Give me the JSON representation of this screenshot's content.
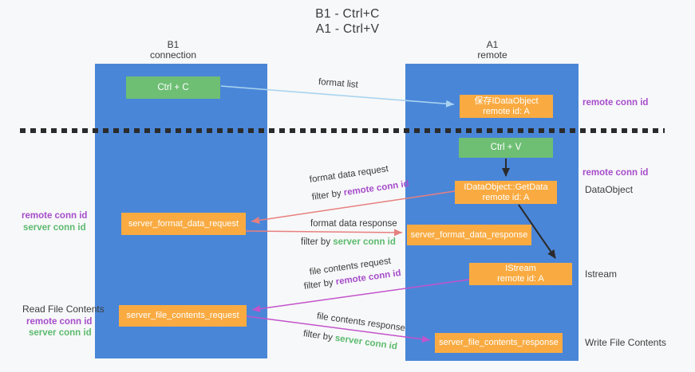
{
  "title": {
    "line1": "B1 - Ctrl+C",
    "line2": "A1 - Ctrl+V"
  },
  "lanes": {
    "left": {
      "name": "B1",
      "role": "connection"
    },
    "right": {
      "name": "A1",
      "role": "remote"
    }
  },
  "nodes": {
    "ctrl_c": {
      "label": "Ctrl + C"
    },
    "ctrl_v": {
      "label": "Ctrl + V"
    },
    "save_idataobject": {
      "line1": "保存IDataObject",
      "line2": "remote id: A"
    },
    "getdata": {
      "line1": "IDataObject::GetData",
      "line2": "remote id: A"
    },
    "istream": {
      "line1": "IStream",
      "line2": "remote id: A"
    },
    "format_request": {
      "label": "server_format_data_request"
    },
    "format_response": {
      "label": "server_format_data_response"
    },
    "file_request": {
      "label": "server_file_contents_request"
    },
    "file_response": {
      "label": "server_file_contents_response"
    }
  },
  "edges": {
    "format_list": {
      "label": "format list"
    },
    "format_data_request": {
      "label": "format data request",
      "filter_prefix": "filter by ",
      "filter_value": "remote conn id"
    },
    "format_data_response": {
      "label": "format data response",
      "filter_prefix": "filter by ",
      "filter_value": "server conn id"
    },
    "file_contents_request": {
      "label": "file contents request",
      "filter_prefix": "filter by ",
      "filter_value": "remote conn id"
    },
    "file_contents_response": {
      "label": "file contents response",
      "filter_prefix": "filter by ",
      "filter_value": "server conn id"
    }
  },
  "annotations": {
    "right_top_conn_id": "remote conn id",
    "right_mid_conn_id": "remote conn id",
    "dataobject": "DataObject",
    "istream": "Istream",
    "write_file_contents": "Write File Contents",
    "left_mid_remote": "remote conn id",
    "left_mid_server": "server conn id",
    "read_file_contents": "Read File Contents",
    "left_bottom_remote": "remote conn id",
    "left_bottom_server": "server conn id"
  },
  "colors": {
    "lane": "#4a86d8",
    "node_orange": "#f9ab42",
    "node_green": "#6ebf74",
    "arrow_format": "#e87f7f",
    "arrow_file": "#c353cb",
    "arrow_list": "#a9d4f0",
    "text_remote": "#a64dcb",
    "text_server": "#5cba6e"
  }
}
